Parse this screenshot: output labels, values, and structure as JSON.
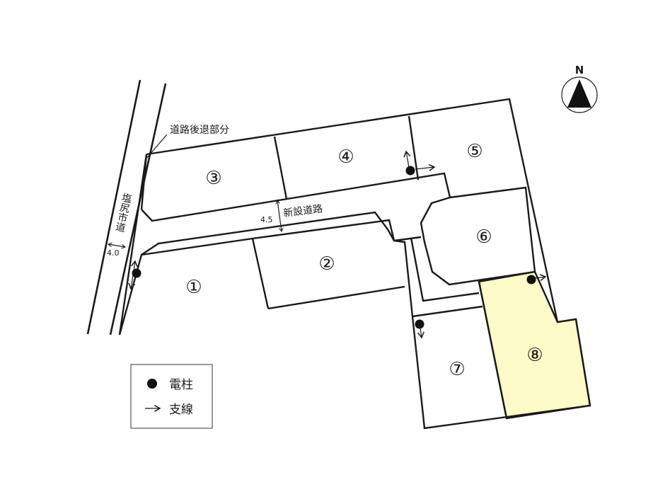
{
  "north": {
    "label": "N"
  },
  "roads": {
    "city_road": "塩尻市道",
    "city_road_width": "4.0",
    "setback": "道路後退部分",
    "new_road": "新設道路",
    "new_road_width": "4.5"
  },
  "lots": [
    {
      "id": "1",
      "label": "①"
    },
    {
      "id": "2",
      "label": "②"
    },
    {
      "id": "3",
      "label": "③"
    },
    {
      "id": "4",
      "label": "④"
    },
    {
      "id": "5",
      "label": "⑤"
    },
    {
      "id": "6",
      "label": "⑥"
    },
    {
      "id": "7",
      "label": "⑦"
    },
    {
      "id": "8",
      "label": "⑧",
      "highlighted": true
    }
  ],
  "highlight_color": "#fdfbc8",
  "legend": {
    "pole": "電柱",
    "guy_wire": "支線"
  }
}
